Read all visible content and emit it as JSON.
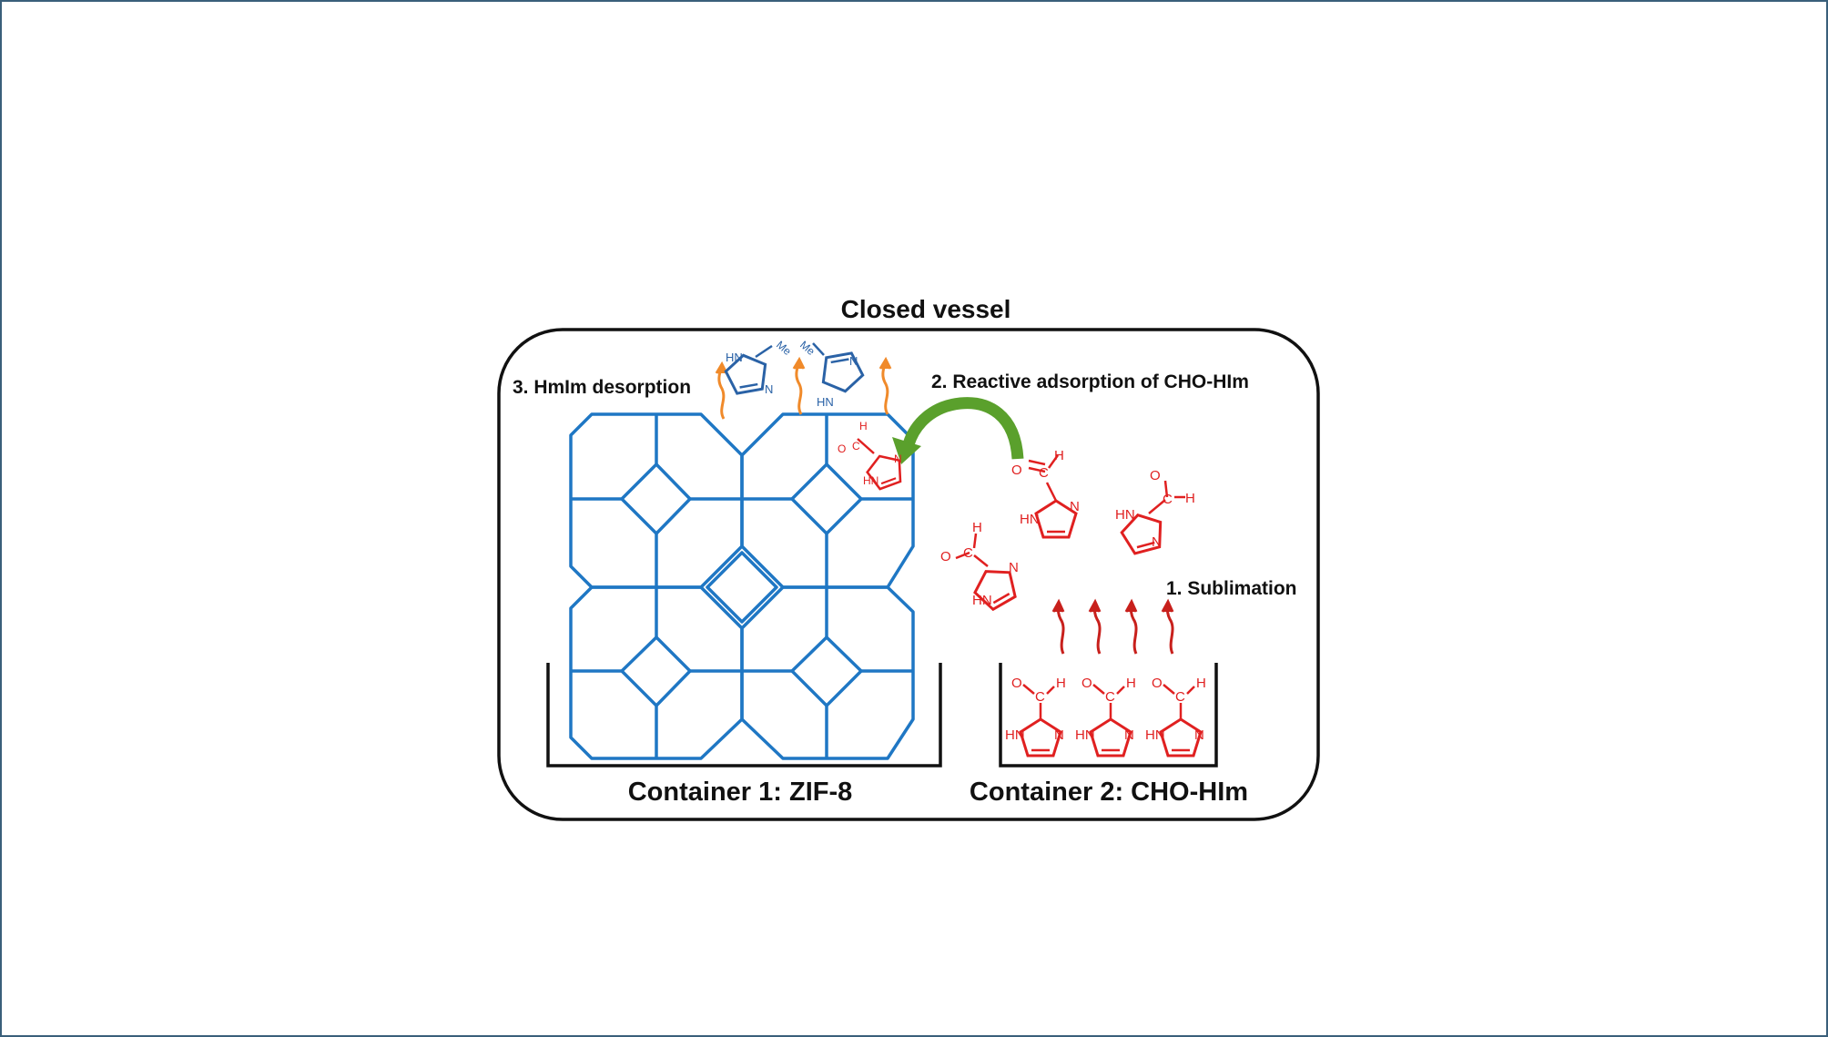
{
  "diagram": {
    "title": "Closed vessel",
    "labels": {
      "desorption": "3. HmIm desorption",
      "adsorption": "2. Reactive adsorption of CHO-HIm",
      "sublimation": "1. Sublimation",
      "container1": "Container 1: ZIF-8",
      "container2": "Container 2: CHO-HIm"
    },
    "atoms": {
      "nh": "HN",
      "n": "N",
      "o": "O",
      "c": "C",
      "h": "H",
      "me": "Me"
    }
  },
  "colors": {
    "framework": "#1f77c4",
    "cho_him": "#e02020",
    "hmim": "#2a62a6",
    "arrow_orange": "#f08a2a",
    "arrow_green": "#5aa02c",
    "text": "#111111",
    "outline": "#111111"
  }
}
